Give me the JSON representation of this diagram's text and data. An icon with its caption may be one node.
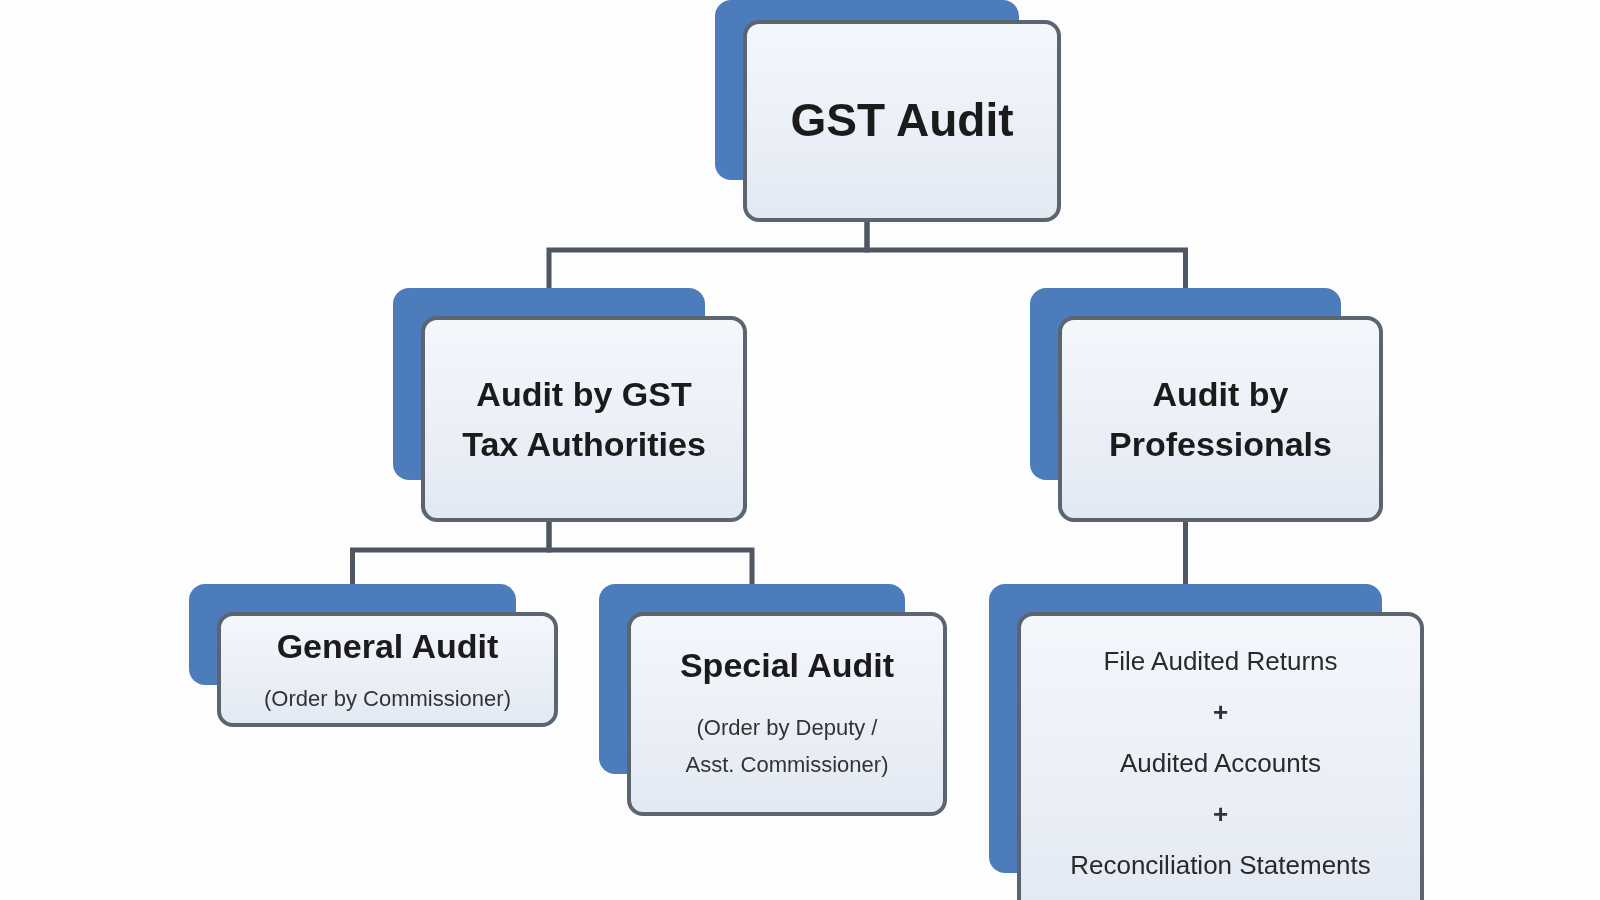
{
  "diagram": {
    "nodes": [
      {
        "text": [
          "GST Audit"
        ]
      },
      {
        "text": [
          "Audit by GST Tax Authorities"
        ]
      },
      {
        "text": [
          "Audit by Professionals"
        ]
      },
      {
        "text": [
          "General Audit",
          "(Order by Commissioner)"
        ]
      },
      {
        "text": [
          "Special Audit",
          "(Order by Deputy / Asst. Commissioner)"
        ]
      },
      {
        "text": [
          "File Audited Returns",
          "+",
          "Audited Accounts",
          "+",
          "Reconciliation Statements"
        ]
      }
    ],
    "edges": [
      {
        "from": 0,
        "to": 1,
        "arrow": "none"
      },
      {
        "from": 0,
        "to": 2,
        "arrow": "none"
      },
      {
        "from": 1,
        "to": 3,
        "arrow": "none"
      },
      {
        "from": 1,
        "to": 4,
        "arrow": "none"
      },
      {
        "from": 2,
        "to": 5,
        "arrow": "none"
      }
    ]
  }
}
